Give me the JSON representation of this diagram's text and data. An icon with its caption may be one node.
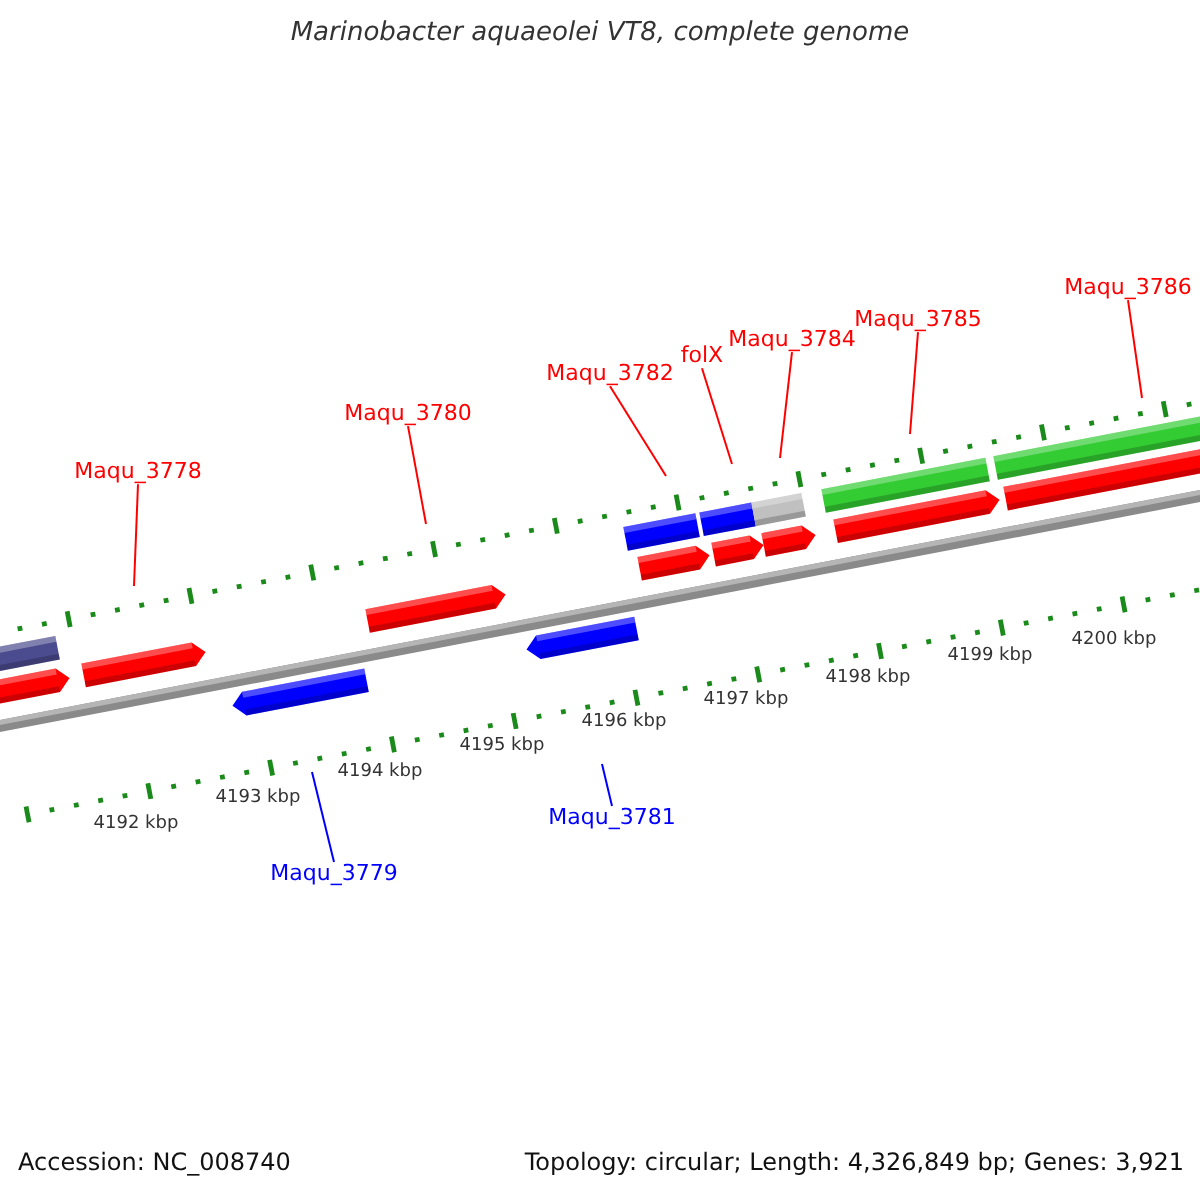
{
  "diagram": {
    "title": "Marinobacter aquaeolei VT8, complete genome",
    "nodes": [
      {
        "text": [
          "Maqu_3778"
        ]
      },
      {
        "text": [
          "Maqu_3780"
        ]
      },
      {
        "text": [
          "Maqu_3782"
        ]
      },
      {
        "text": [
          "folX"
        ]
      },
      {
        "text": [
          "Maqu_3784"
        ]
      },
      {
        "text": [
          "Maqu_3785"
        ]
      },
      {
        "text": [
          "Maqu_3786"
        ]
      },
      {
        "text": [
          "Maqu_3779"
        ]
      },
      {
        "text": [
          "Maqu_3781"
        ]
      }
    ],
    "edges": [
      {
        "from": 0,
        "to": null,
        "arrow": "none"
      },
      {
        "from": 1,
        "to": null,
        "arrow": "none"
      },
      {
        "from": 2,
        "to": null,
        "arrow": "none"
      },
      {
        "from": 3,
        "to": null,
        "arrow": "none"
      },
      {
        "from": 4,
        "to": null,
        "arrow": "none"
      },
      {
        "from": 5,
        "to": null,
        "arrow": "none"
      },
      {
        "from": 6,
        "to": null,
        "arrow": "none"
      },
      {
        "from": 7,
        "to": null,
        "arrow": "none",
        "color": "#0000ff"
      },
      {
        "from": 8,
        "to": null,
        "arrow": "none",
        "color": "#0000ff"
      }
    ],
    "labels": [
      "4192 kbp",
      "4193 kbp",
      "4194 kbp",
      "4195 kbp",
      "4196 kbp",
      "4197 kbp",
      "4198 kbp",
      "4199 kbp",
      "4200 kbp",
      "Accession: NC_008740",
      "Topology: circular; Length: 4,326,849 bp; Genes: 3,921"
    ]
  }
}
